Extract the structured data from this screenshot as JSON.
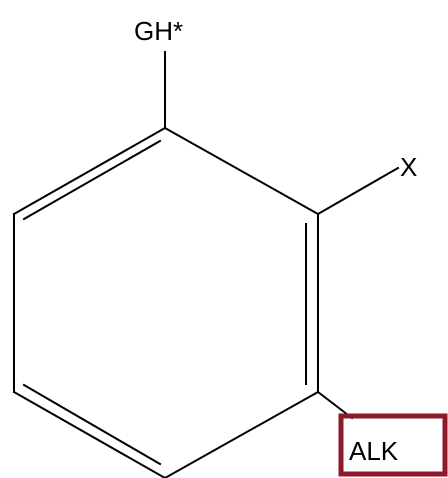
{
  "structure": {
    "substituents": {
      "top": "GH*",
      "right": "X",
      "bottom_right": "ALK"
    },
    "highlight": {
      "target": "ALK",
      "color": "#8b1a2b"
    }
  }
}
